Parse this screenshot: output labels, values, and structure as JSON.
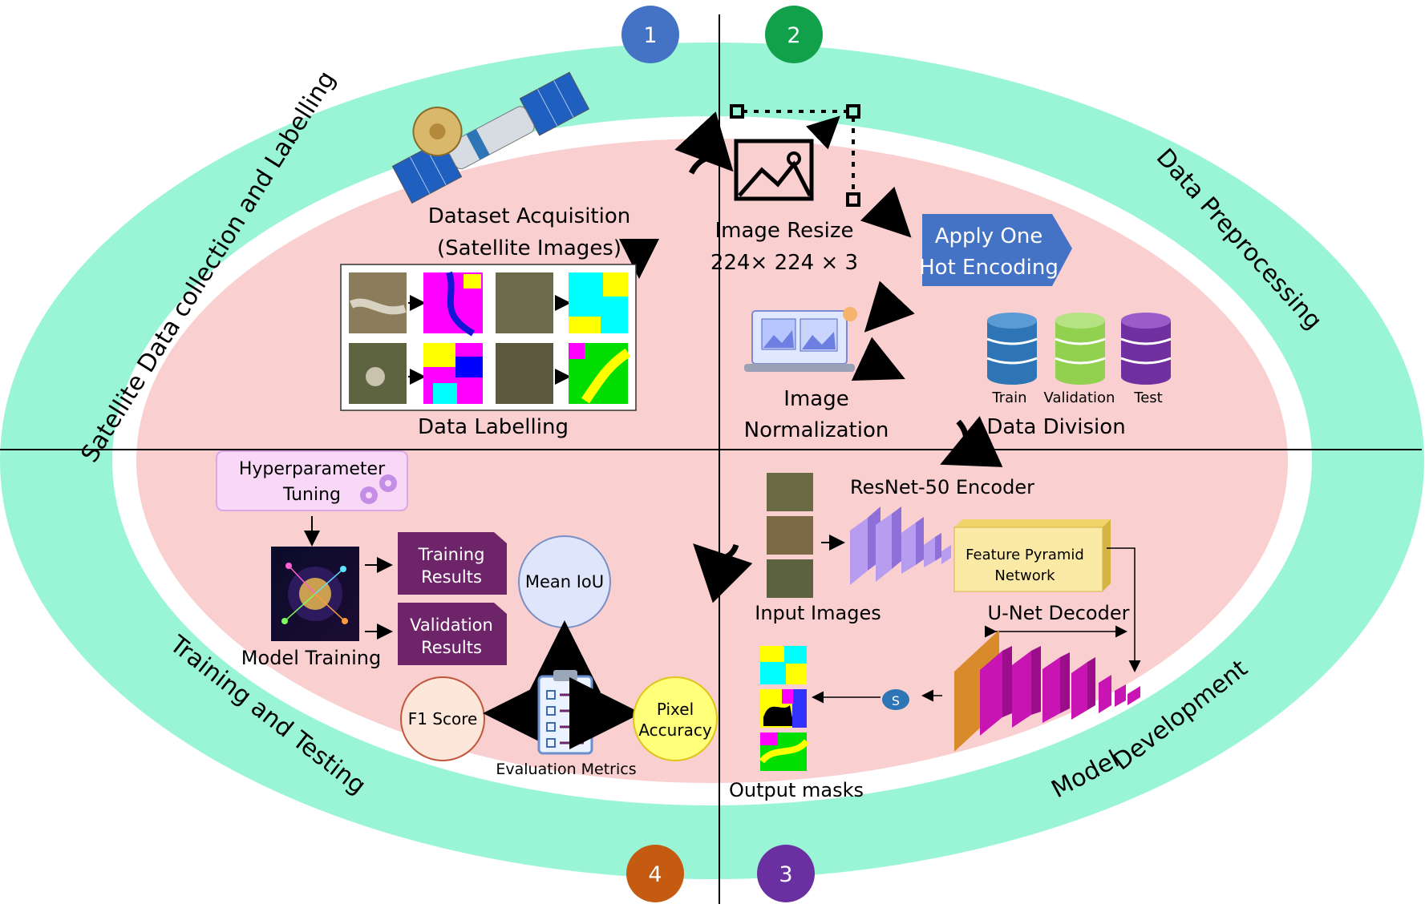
{
  "phases": [
    {
      "number": "1",
      "title": "Satellite Data collection and Labelling",
      "color": "#4472c4"
    },
    {
      "number": "2",
      "title": "Data Preprocessing",
      "color": "#12a14b"
    },
    {
      "number": "3",
      "title_a": "Model",
      "title_b": "Development",
      "color": "#6a2fa0"
    },
    {
      "number": "4",
      "title": "Training and Testing",
      "color": "#c55a11"
    }
  ],
  "q1": {
    "acquisition_line1": "Dataset Acquisition",
    "acquisition_line2": "(Satellite Images)",
    "labelling": "Data Labelling"
  },
  "q2": {
    "resize_line1": "Image Resize",
    "resize_line2": "224× 224 × 3",
    "encoding_line1": "Apply One",
    "encoding_line2": "Hot Encoding",
    "normalization_line1": "Image",
    "normalization_line2": "Normalization",
    "division": "Data Division",
    "splits": [
      "Train",
      "Validation",
      "Test"
    ]
  },
  "q3": {
    "encoder": "ResNet-50 Encoder",
    "input_images": "Input Images",
    "fpn_line1": "Feature Pyramid",
    "fpn_line2": "Network",
    "decoder": "U-Net Decoder",
    "softmax": "S",
    "output_masks": "Output masks"
  },
  "q4": {
    "hyper_line1": "Hyperparameter",
    "hyper_line2": "Tuning",
    "model_training": "Model Training",
    "training_line1": "Training",
    "training_line2": "Results",
    "validation_line1": "Validation",
    "validation_line2": "Results",
    "mean_iou": "Mean IoU",
    "f1_score": "F1 Score",
    "pixel_line1": "Pixel",
    "pixel_line2": "Accuracy",
    "evaluation": "Evaluation Metrics"
  },
  "colors": {
    "outer_ring": "#9af5d6",
    "inner_ellipse": "#f9cfd0",
    "arrow_box": "#4472c4",
    "result_box": "#6d2468",
    "fpn_box": "#fbe9a6",
    "encoder": "#b79cf0",
    "decoder": "#c914b4",
    "mean_iou_fill": "#dfe6fb",
    "f1_fill": "#fde6da",
    "pixel_fill": "#ffff7a",
    "db_train": "#2e75b6",
    "db_validation": "#92d050",
    "db_test": "#7030a0"
  },
  "icons": [
    "satellite-icon",
    "image-resize-icon",
    "image-normalization-icon",
    "database-icon",
    "gear-icon",
    "neural-network-icon",
    "clipboard-checklist-icon"
  ]
}
